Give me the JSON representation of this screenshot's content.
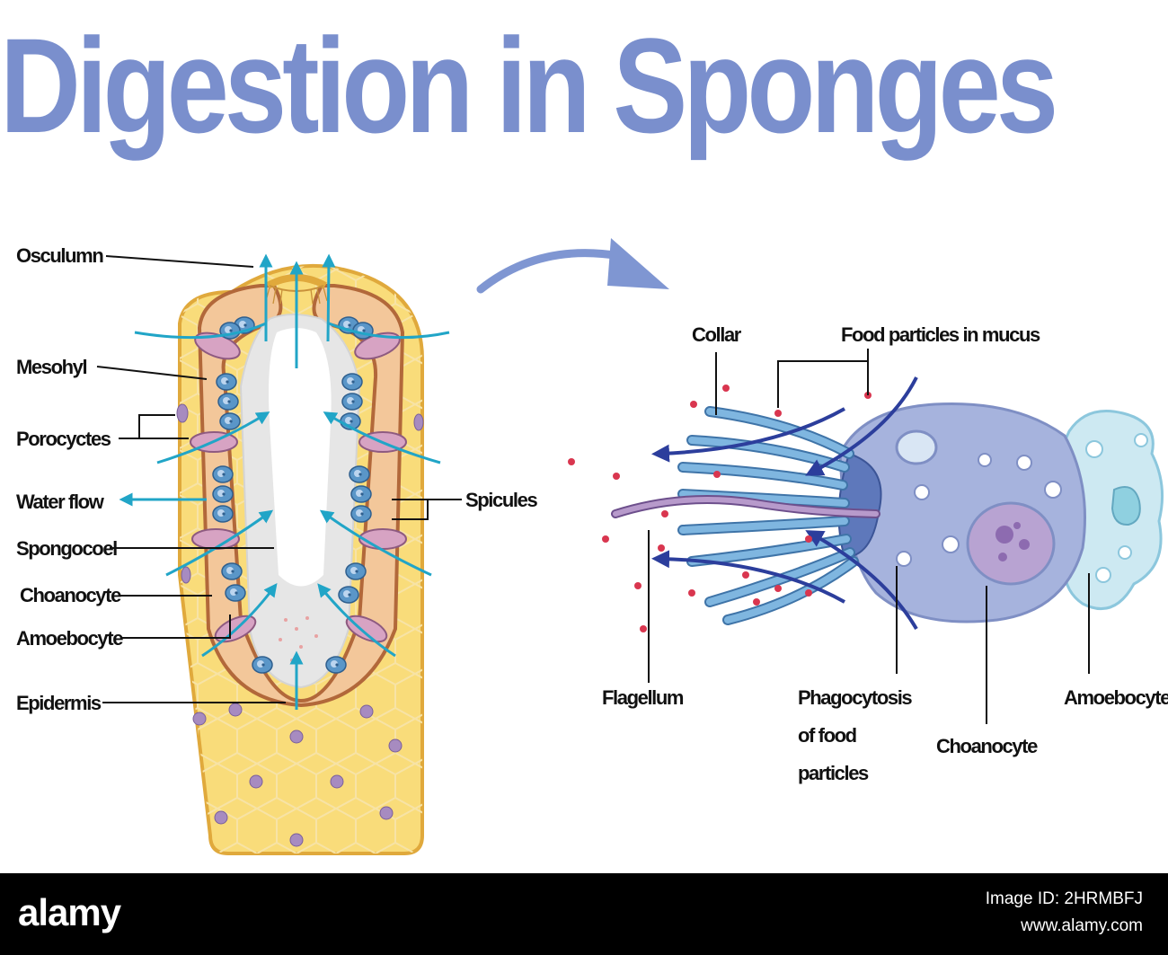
{
  "title": "Digestion in Sponges",
  "colors": {
    "title": "#7a8fcd",
    "body_outer": "#f9dc7a",
    "body_outline": "#e0a93c",
    "mesohyl": "#f3c79a",
    "choanocyte": "#5a96c8",
    "water_flow": "#21a5c7",
    "cell_body": "#a6b3dd",
    "collar": "#6aa8d6",
    "flagellum": "#9b7bb0",
    "arrow": "#2c3e9c",
    "food_particle": "#d9364f"
  },
  "left_labels": {
    "osculumn": "Osculumn",
    "mesohyl": "Mesohyl",
    "porocyctes": "Porocyctes",
    "water_flow": "Water flow",
    "spongocoel": "Spongocoel",
    "choanocyte": "Choanocyte",
    "amoebocyte": "Amoebocyte",
    "epidermis": "Epidermis",
    "spicules": "Spicules"
  },
  "right_labels": {
    "collar": "Collar",
    "food_particles": "Food particles in mucus",
    "flagellum": "Flagellum",
    "phagocytosis_line1": "Phagocytosis",
    "phagocytosis_line2": "of food",
    "phagocytosis_line3": "particles",
    "choanocyte": "Choanocyte",
    "amoebocyte": "Amoebocyte"
  },
  "watermark": {
    "logo": "alamy",
    "image_id_label": "Image ID: 2HRMBFJ",
    "site": "www.alamy.com"
  }
}
